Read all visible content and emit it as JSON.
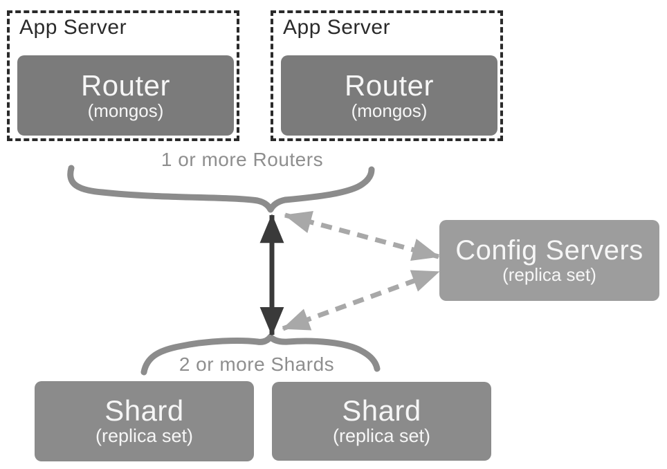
{
  "diagram": {
    "app_servers": [
      {
        "label": "App Server",
        "router": {
          "title": "Router",
          "subtitle": "(mongos)"
        }
      },
      {
        "label": "App Server",
        "router": {
          "title": "Router",
          "subtitle": "(mongos)"
        }
      }
    ],
    "routers_brace_label": "1 or more Routers",
    "shards_brace_label": "2 or more Shards",
    "config_servers": {
      "title": "Config Servers",
      "subtitle": "(replica set)"
    },
    "shards": [
      {
        "title": "Shard",
        "subtitle": "(replica set)"
      },
      {
        "title": "Shard",
        "subtitle": "(replica set)"
      }
    ],
    "colors": {
      "router_box": "#7b7b7b",
      "config_box": "#9d9d9d",
      "shard_box": "#8b8b8b",
      "box_text": "#f6f6f6",
      "brace": "#8c8c8c",
      "label_text": "#8e8e8e",
      "solid_arrow": "#3a3a3a",
      "dashed_arrow": "#a8a8a8",
      "dashed_border": "#2a2a2a",
      "app_server_text": "#2a2a2a"
    }
  }
}
